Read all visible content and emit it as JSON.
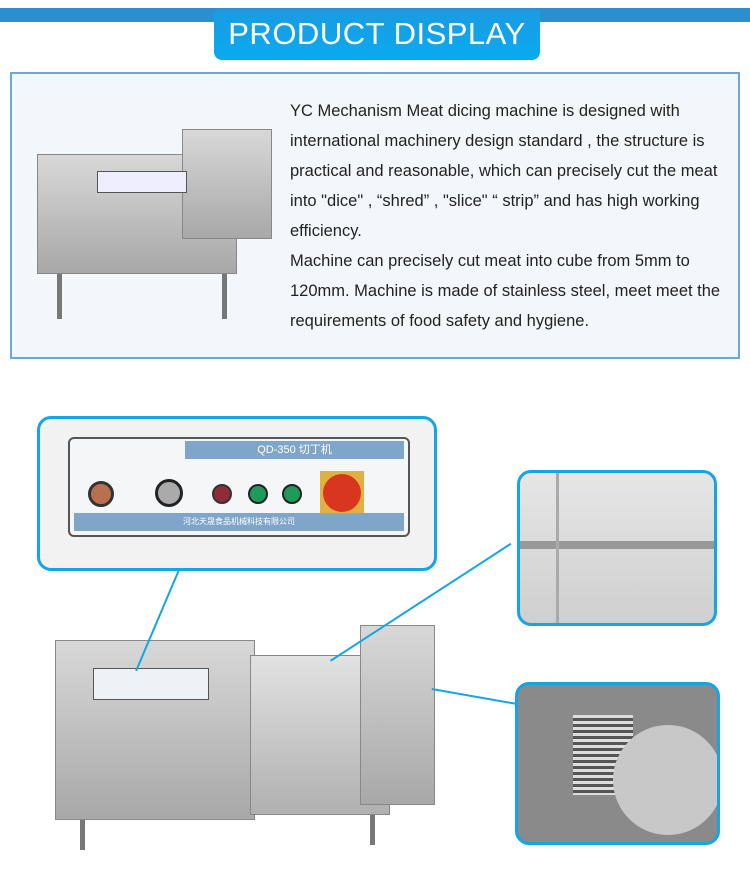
{
  "header": {
    "title": "PRODUCT DISPLAY"
  },
  "intro": {
    "paragraphs": [
      "YC Mechanism Meat dicing machine is designed with international machinery design standard , the structure is practical and reasonable, which can precisely cut the meat into \"dice\" , “shred” , \"slice\" “ strip” and has high working efficiency.",
      "Machine can precisely cut meat into cube from 5mm to 120mm. Machine is made of stainless steel, meet meet the requirements of food safety and hygiene."
    ]
  },
  "control_panel": {
    "model_label": "QD-350 切丁机",
    "company_label": "河北天晟食品机械科技有限公司"
  },
  "colors": {
    "accent": "#14a5e4",
    "banner": "#0aaaf0",
    "stripe": "#2a8fd0"
  }
}
